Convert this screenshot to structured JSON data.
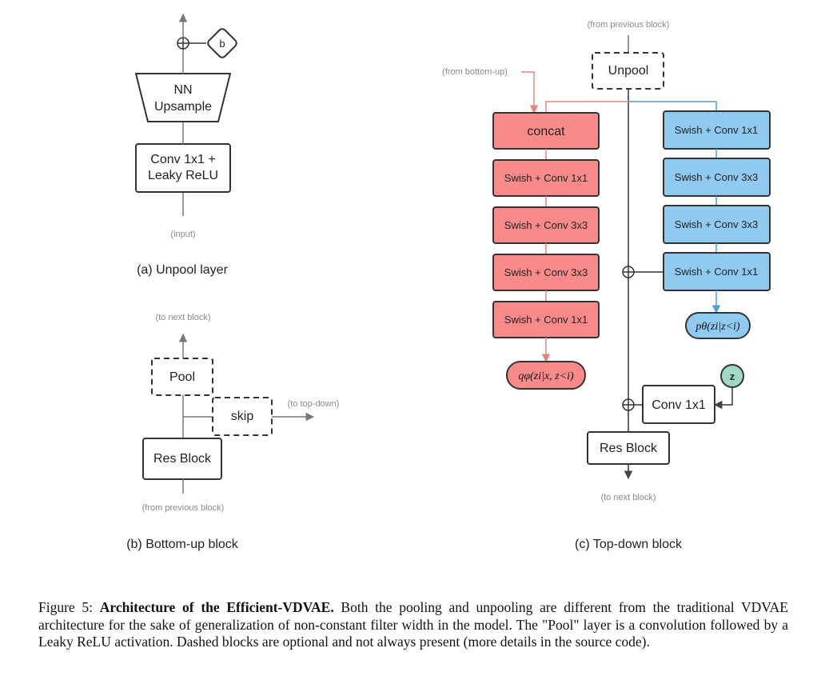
{
  "panel_a": {
    "caption": "(a) Unpool layer",
    "bias_label": "b",
    "upsample_line1": "NN",
    "upsample_line2": "Upsample",
    "conv_line1": "Conv 1x1 +",
    "conv_line2": "Leaky ReLU",
    "input_note": "(input)"
  },
  "panel_b": {
    "caption": "(b) Bottom-up block",
    "to_next_note": "(to next block)",
    "pool_label": "Pool",
    "skip_label": "skip",
    "to_topdown_note": "(to top-down)",
    "resblock_label": "Res Block",
    "from_prev_note": "(from previous block)"
  },
  "panel_c": {
    "caption": "(c) Top-down block",
    "from_prev_note": "(from previous block)",
    "unpool_label": "Unpool",
    "from_bottomup_note": "(from bottom-up)",
    "left_column": [
      "concat",
      "Swish + Conv 1x1",
      "Swish + Conv 3x3",
      "Swish + Conv 3x3",
      "Swish + Conv 1x1"
    ],
    "right_column": [
      "Swish + Conv 1x1",
      "Swish + Conv 3x3",
      "Swish + Conv 3x3",
      "Swish + Conv 1x1"
    ],
    "q_dist": "qφ(zi|x, z<i)",
    "p_dist": "pθ(zi|z<i)",
    "z_label": "z",
    "conv_label": "Conv 1x1",
    "resblock_label": "Res Block",
    "to_next_note": "(to next block)"
  },
  "colors": {
    "red_fill": "#f88a8a",
    "red_line": "#e8837a",
    "blue_fill": "#90caf0",
    "blue_line": "#4a9fd4",
    "green_fill": "#9fd8c4",
    "stroke": "#333333"
  },
  "caption": {
    "prefix": "Figure 5: ",
    "bold": "Architecture of the Efficient-VDVAE.",
    "rest": " Both the pooling and unpooling are different from the traditional VDVAE architecture for the sake of generalization of non-constant filter width in the model. The \"Pool\" layer is a convolution followed by a Leaky ReLU activation. Dashed blocks are optional and not always present (more details in the source code)."
  }
}
